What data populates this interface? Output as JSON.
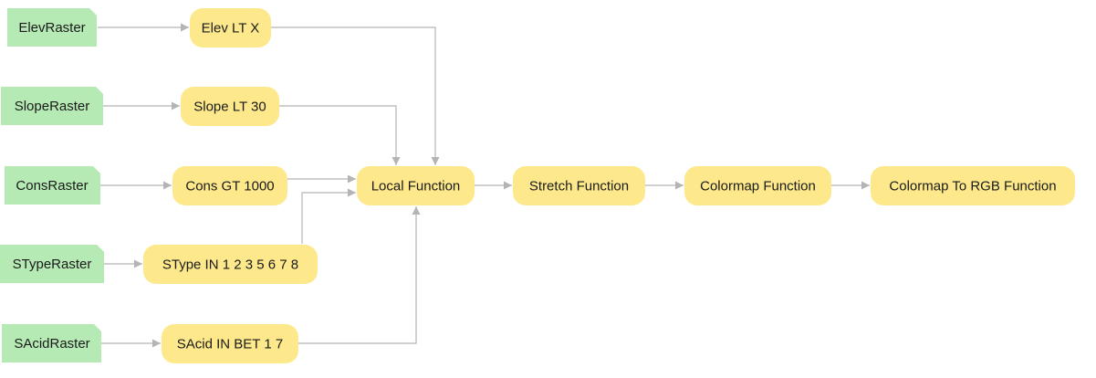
{
  "rasters": {
    "elev": "ElevRaster",
    "slope": "SlopeRaster",
    "cons": "ConsRaster",
    "stype": "STypeRaster",
    "sacid": "SAcidRaster"
  },
  "functions": {
    "elev_lt": "Elev LT X",
    "slope_lt": "Slope LT 30",
    "cons_gt": "Cons GT 1000",
    "stype_in": "SType IN 1 2 3 5 6 7 8",
    "sacid_in": "SAcid IN BET 1 7",
    "local": "Local Function",
    "stretch": "Stretch Function",
    "colormap": "Colormap Function",
    "colormap_rgb": "Colormap To RGB Function"
  },
  "colors": {
    "raster_fill": "#b6eab4",
    "function_fill": "#fde98c",
    "edge": "#b4b4b4"
  }
}
